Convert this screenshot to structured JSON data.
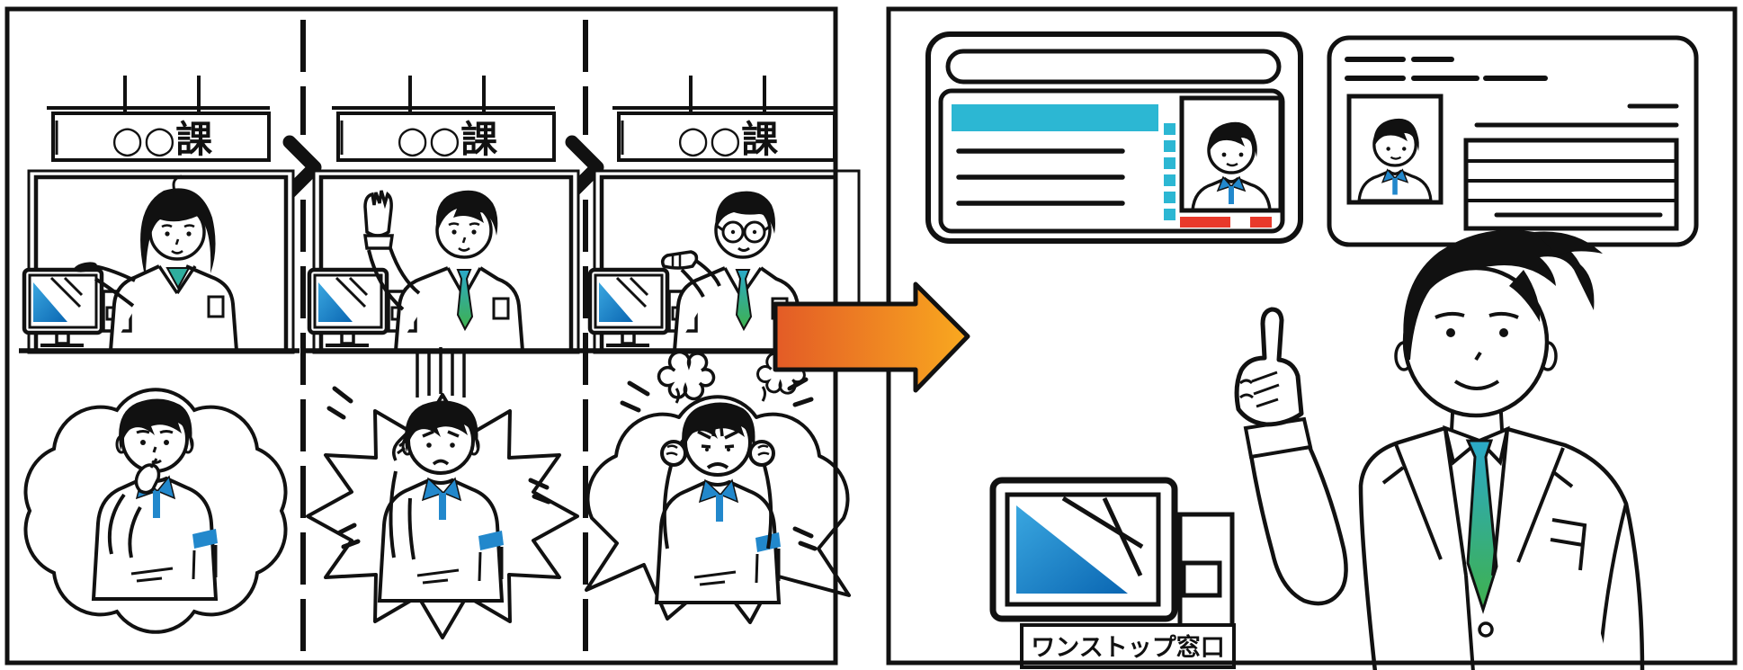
{
  "left_panel": {
    "scenes": [
      {
        "sign": "○○課",
        "staff_icon": "clerk-woman-icon",
        "device_icon": "counter-terminal-icon",
        "citizen_icon": "citizen-thinking-icon",
        "bubble_style": "cloud"
      },
      {
        "sign": "○○課",
        "staff_icon": "clerk-man-waving-icon",
        "device_icon": "counter-terminal-icon",
        "citizen_icon": "citizen-distressed-icon",
        "bubble_style": "spiky-burst"
      },
      {
        "sign": "○○課",
        "staff_icon": "clerk-man-glasses-icon",
        "device_icon": "counter-terminal-icon",
        "citizen_icon": "citizen-angry-icon",
        "bubble_style": "cloud-with-spiky-bottom"
      }
    ],
    "separator_icon": "chevron-right-icon"
  },
  "transition": {
    "icon": "big-right-arrow-icon"
  },
  "right_panel": {
    "documents": [
      {
        "icon": "id-card-with-photo-icon",
        "accents": [
          "cyan-title-bar",
          "cyan-squares-column",
          "red-bars"
        ]
      },
      {
        "icon": "certificate-with-photo-icon"
      }
    ],
    "kiosk": {
      "label": "ワンストップ窓口",
      "icon": "one-stop-terminal-icon"
    },
    "guide_icon": "guide-man-pointing-icon"
  },
  "colors": {
    "outline": "#111111",
    "accent_cyan": "#2cb7d3",
    "accent_blue": "#2288cc",
    "screen_blue_start": "#3aa7e0",
    "screen_blue_end": "#0a66b2",
    "arrow_orange_start": "#e35b26",
    "arrow_orange_end": "#f9a91f",
    "tie_teal": "#2ba9c8",
    "tie_green": "#3fb14d",
    "scarf_teal": "#2fae9e",
    "alert_red": "#e8392b"
  }
}
